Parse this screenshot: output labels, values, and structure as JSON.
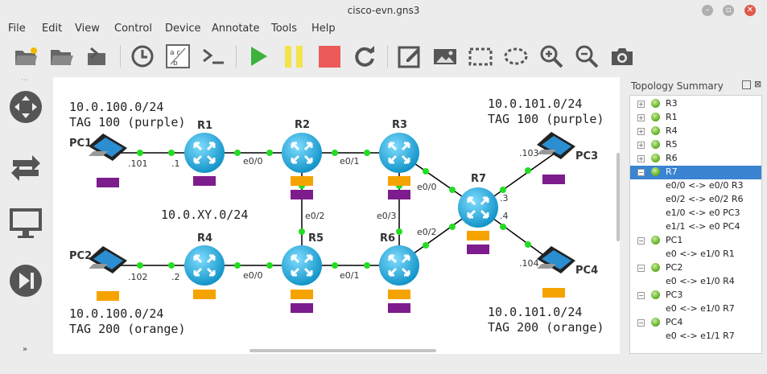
{
  "window": {
    "title": "cisco-evn.gns3"
  },
  "menu": [
    "File",
    "Edit",
    "View",
    "Control",
    "Device",
    "Annotate",
    "Tools",
    "Help"
  ],
  "toolbar_icons": [
    "open-project-icon",
    "open-folder-icon",
    "recycle-icon",
    "clock-icon",
    "abc-text-icon",
    "terminal-icon",
    "start-icon",
    "pause-icon",
    "stop-icon",
    "reload-icon",
    "edit-note-icon",
    "picture-icon",
    "rectangle-icon",
    "ellipse-icon",
    "zoom-in-icon",
    "zoom-out-icon",
    "screenshot-icon"
  ],
  "left_panel_icons": [
    "router-icon",
    "switch-icon",
    "end-device-icon",
    "all-devices-icon"
  ],
  "colors": {
    "link": "#000000",
    "port_dot": "#22dd22",
    "router": "#1aa6d9",
    "purple_tag": "#7d1c8c",
    "orange_tag": "#f5a300"
  },
  "canvas": {
    "notes": {
      "top_left_net": "10.0.100.0/24",
      "top_left_tag": "TAG 100 (purple)",
      "top_right_net": "10.0.101.0/24",
      "top_right_tag": "TAG 100 (purple)",
      "mid_net": "10.0.XY.0/24",
      "bot_left_net": "10.0.100.0/24",
      "bot_left_tag": "TAG 200 (orange)",
      "bot_right_net": "10.0.101.0/24",
      "bot_right_tag": "TAG 200 (orange)"
    },
    "nodes": {
      "pc1": "PC1",
      "pc2": "PC2",
      "pc3": "PC3",
      "pc4": "PC4",
      "r1": "R1",
      "r2": "R2",
      "r3": "R3",
      "r4": "R4",
      "r5": "R5",
      "r6": "R6",
      "r7": "R7"
    },
    "ports": {
      "pc1_r1_a": ".101",
      "pc1_r1_b": ".1",
      "r1_r2": "e0/0",
      "r2_r3": "e0/1",
      "r2_r5": "e0/2",
      "r3_r6": "e0/3",
      "r3_r7": "e0/0",
      "r6_r7": "e0/2",
      "r7_pc3_a": ".3",
      "r7_pc3_b": ".103",
      "r7_pc4_a": ".4",
      "r7_pc4_b": ".104",
      "pc2_r4_a": ".102",
      "pc2_r4_b": ".2",
      "r4_r5": "e0/0",
      "r5_r6": "e0/1"
    }
  },
  "topology_summary": {
    "title": "Topology Summary",
    "items": [
      {
        "label": "R3",
        "expanded": false,
        "children": []
      },
      {
        "label": "R1",
        "expanded": false,
        "children": []
      },
      {
        "label": "R4",
        "expanded": false,
        "children": []
      },
      {
        "label": "R5",
        "expanded": false,
        "children": []
      },
      {
        "label": "R6",
        "expanded": false,
        "children": []
      },
      {
        "label": "R7",
        "expanded": true,
        "selected": true,
        "children": [
          "e0/0 <-> e0/0 R3",
          "e0/2 <-> e0/2 R6",
          "e1/0 <-> e0 PC3",
          "e1/1 <-> e0 PC4"
        ]
      },
      {
        "label": "PC1",
        "expanded": true,
        "children": [
          "e0 <-> e1/0 R1"
        ]
      },
      {
        "label": "PC2",
        "expanded": true,
        "children": [
          "e0 <-> e1/0 R4"
        ]
      },
      {
        "label": "PC3",
        "expanded": true,
        "children": [
          "e0 <-> e1/0 R7"
        ]
      },
      {
        "label": "PC4",
        "expanded": true,
        "children": [
          "e0 <-> e1/1 R7"
        ]
      }
    ]
  }
}
